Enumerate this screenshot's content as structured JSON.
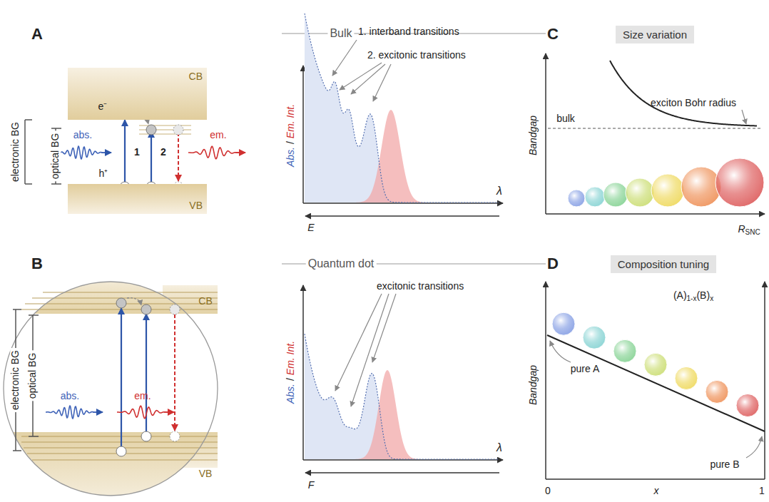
{
  "diagram": {
    "nodes": [
      {
        "text": [
          "CB"
        ]
      },
      {
        "text": [
          "VB"
        ]
      },
      {
        "text": [
          "Size variation"
        ]
      },
      {
        "text": [
          "Composition tuning"
        ]
      }
    ],
    "edges": [
      {
        "from": 1,
        "to": 0,
        "arrow": "to"
      }
    ],
    "labels": [
      "A",
      "Bulk",
      "electronic BG",
      "optical BG",
      "e⁻",
      "h⁺",
      "abs.",
      "em.",
      "1",
      "2",
      "Abs.",
      "/",
      "Em. Int.",
      "λ",
      "E",
      "1. interband transitions",
      "2. excitonic transitions",
      "B",
      "Quantum dot",
      "electronic BG",
      "optical BG",
      "CB",
      "VB",
      "abs.",
      "em.",
      "Abs.",
      "/",
      "Em. Int.",
      "λ",
      "F",
      "excitonic transitions",
      "C",
      "Bandgap",
      "bulk",
      "exciton Bohr radius",
      "R",
      "SNC",
      "D",
      "Bandgap",
      "(A)",
      "1-x",
      "(B)",
      "x",
      "pure A",
      "pure B",
      "0",
      "x",
      "1"
    ]
  }
}
